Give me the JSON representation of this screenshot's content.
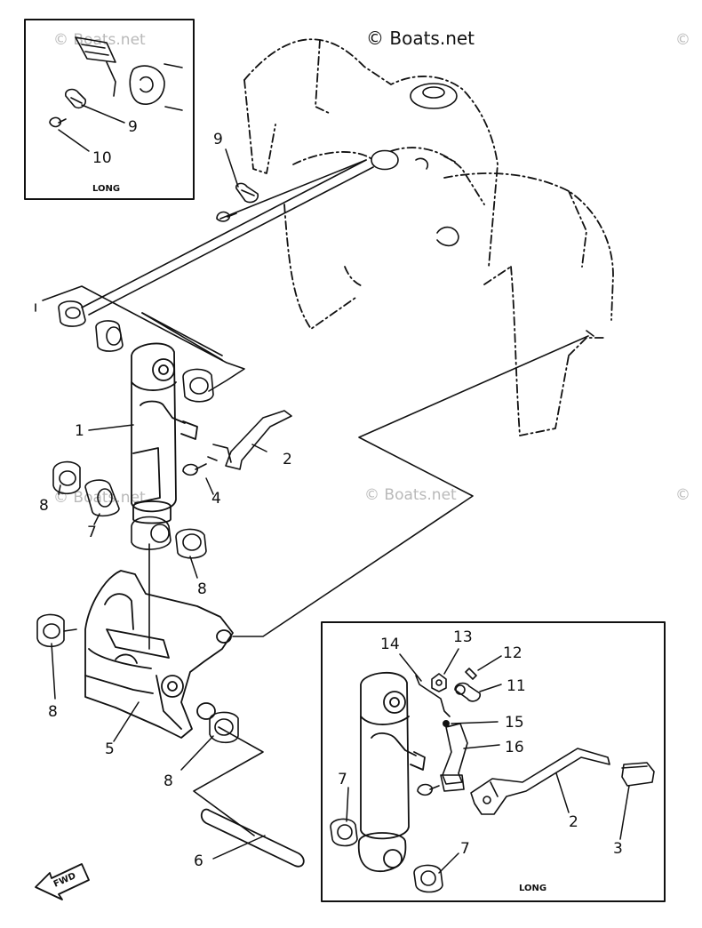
{
  "watermarks": {
    "main": "© Boats.net",
    "faint": "© Boats.net",
    "faint_edge": "©"
  },
  "inset_top": {
    "caption": "LONG",
    "callouts": [
      "9",
      "10"
    ]
  },
  "inset_bottom": {
    "caption": "LONG",
    "callouts": [
      "14",
      "13",
      "12",
      "11",
      "15",
      "16",
      "7",
      "2",
      "3",
      "7"
    ]
  },
  "main_callouts": [
    "9",
    "1",
    "2",
    "4",
    "8",
    "7",
    "8",
    "8",
    "5",
    "8",
    "6"
  ],
  "direction_arrow": {
    "label": "FWD",
    "icon": "forward-arrow-icon"
  },
  "colors": {
    "line": "#111111",
    "watermark": "#b9b9b9",
    "background": "#ffffff"
  }
}
